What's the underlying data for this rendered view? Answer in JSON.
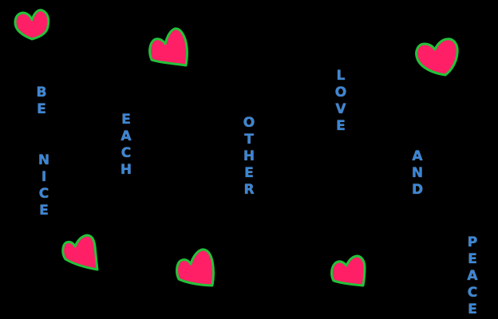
{
  "colors": {
    "background": "#000000",
    "text": "#3a86d8",
    "heart_fill": "#ff1f66",
    "heart_outline": "#22c33a"
  },
  "words": {
    "be": "BE",
    "nice": "NICE",
    "each": "EACH",
    "other": "OTHER",
    "love": "LOVE",
    "and": "AND",
    "peace": "PEACE"
  },
  "hearts": [
    {
      "icon": "heart-icon"
    },
    {
      "icon": "heart-icon"
    },
    {
      "icon": "heart-icon"
    },
    {
      "icon": "heart-icon"
    },
    {
      "icon": "heart-icon"
    },
    {
      "icon": "heart-icon"
    }
  ]
}
